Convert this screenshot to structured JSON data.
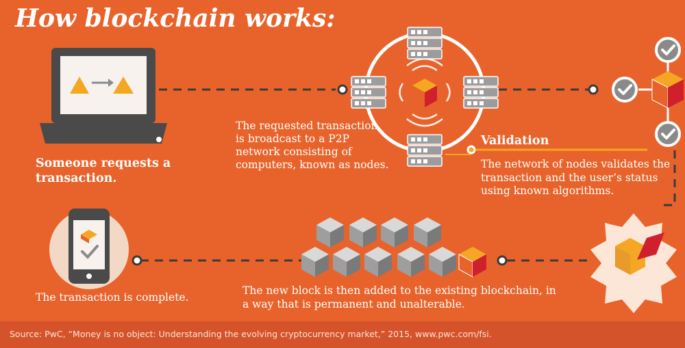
{
  "title": "How blockchain works:",
  "steps": {
    "request": "Someone requests a transaction.",
    "broadcast": "The requested transaction is broadcast to a P2P network consisting of computers, known as nodes.",
    "validation_heading": "Validation",
    "validation_text": "The network of nodes validates the transaction and the user’s status using known algorithms.",
    "added": "The new block is then added to the existing blockchain, in a way that is permanent and unalterable.",
    "complete": "The transaction is complete."
  },
  "source": "Source: PwC, “Money is no object: Understanding the evolving cryptocurrency market,” 2015, www.pwc.com/fsi.",
  "colors": {
    "background": "#e8632b",
    "accent_yellow": "#f5a623",
    "accent_red": "#d0202e",
    "cube_grey": "#9e9e9e",
    "dark_grey": "#4a4a4a"
  },
  "icons": [
    "laptop-icon",
    "server-node-icon",
    "check-circle-icon",
    "smartphone-icon",
    "cube-icon",
    "starburst-icon"
  ]
}
